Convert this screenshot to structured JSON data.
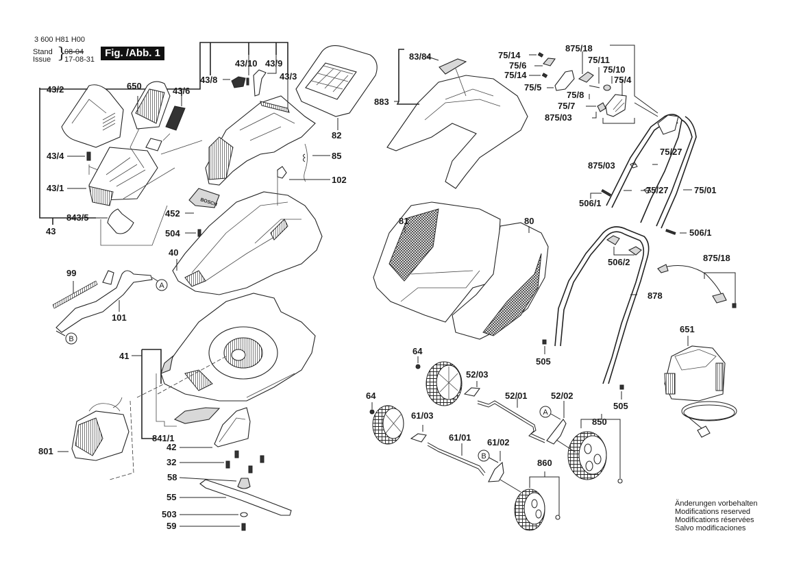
{
  "header": {
    "document_number": "3 600 H81 H00",
    "stand_label": "Stand",
    "issue_label": "Issue",
    "stand_date": "08-04",
    "issue_date": "17-08-31",
    "figure_badge": "Fig. /Abb. 1"
  },
  "callouts": {
    "c43_2": "43/2",
    "c650": "650",
    "c43_6": "43/6",
    "c43_4": "43/4",
    "c43_1": "43/1",
    "c843_5": "843/5",
    "c43": "43",
    "c43_8": "43/8",
    "c43_10": "43/10",
    "c43_9": "43/9",
    "c43_3": "43/3",
    "c82": "82",
    "c85": "85",
    "c102": "102",
    "c452": "452",
    "c504": "504",
    "c40": "40",
    "c99": "99",
    "c101": "101",
    "c41": "41",
    "c841_1": "841/1",
    "c801": "801",
    "c42": "42",
    "c32": "32",
    "c58": "58",
    "c55": "55",
    "c503": "503",
    "c59": "59",
    "c83_84": "83/84",
    "c883": "883",
    "c81": "81",
    "c80": "80",
    "c75_14a": "75/14",
    "c75_6": "75/6",
    "c75_14b": "75/14",
    "c75_5": "75/5",
    "c875_18a": "875/18",
    "c75_11": "75/11",
    "c75_10": "75/10",
    "c75_4": "75/4",
    "c75_8": "75/8",
    "c75_7": "75/7",
    "c875_03a": "875/03",
    "c75_27a": "75/27",
    "c875_03b": "875/03",
    "c75_27b": "75/27",
    "c75_01": "75/01",
    "c506_1a": "506/1",
    "c506_1b": "506/1",
    "c506_2": "506/2",
    "c875_18b": "875/18",
    "c878": "878",
    "c505a": "505",
    "c505b": "505",
    "c651": "651",
    "c64a": "64",
    "c52_03": "52/03",
    "c52_01": "52/01",
    "c52_02": "52/02",
    "c64b": "64",
    "c61_03": "61/03",
    "c61_01": "61/01",
    "c61_02": "61/02",
    "c850": "850",
    "c860": "860"
  },
  "connectors": {
    "a_marker": "A",
    "b_marker": "B"
  },
  "footer": {
    "lines": [
      "Änderungen vorbehalten",
      "Modifications reserved",
      "Modifications réservées",
      "Salvo modificaciones"
    ]
  }
}
